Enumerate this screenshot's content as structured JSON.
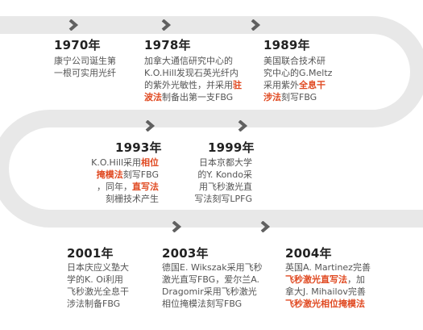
{
  "colors": {
    "track": "#e5e5e5",
    "arrow": "#606060",
    "year_text": "#222222",
    "body_text": "#555555",
    "highlight": "#e04a22"
  },
  "icons": [
    "chevron-right-icon"
  ],
  "events": [
    {
      "year": "1970年",
      "lines": [
        [
          {
            "t": "康宁公司诞生第"
          }
        ],
        [
          {
            "t": "一根可实用光纤"
          }
        ]
      ]
    },
    {
      "year": "1978年",
      "lines": [
        [
          {
            "t": "加拿大通信研究中心的"
          }
        ],
        [
          {
            "t": "K.O.Hill发现石英光纤内"
          }
        ],
        [
          {
            "t": "的紫外光敏性，并采用"
          },
          {
            "t": "驻",
            "hl": true
          }
        ],
        [
          {
            "t": "波法",
            "hl": true
          },
          {
            "t": "制备出第一支FBG"
          }
        ]
      ]
    },
    {
      "year": "1989年",
      "lines": [
        [
          {
            "t": "美国联合技术研"
          }
        ],
        [
          {
            "t": "究中心的G.Meltz"
          }
        ],
        [
          {
            "t": "采用紫外"
          },
          {
            "t": "全息干",
            "hl": true
          }
        ],
        [
          {
            "t": "涉法",
            "hl": true
          },
          {
            "t": "刻写FBG"
          }
        ]
      ]
    },
    {
      "year": "1993年",
      "lines": [
        [
          {
            "t": "K.O.Hill采用"
          },
          {
            "t": "相位",
            "hl": true
          }
        ],
        [
          {
            "t": "掩模法",
            "hl": true
          },
          {
            "t": "刻写FBG"
          }
        ],
        [
          {
            "t": "，同年，"
          },
          {
            "t": "直写法",
            "hl": true
          }
        ],
        [
          {
            "t": "刻栅技术产生"
          }
        ]
      ]
    },
    {
      "year": "1999年",
      "lines": [
        [
          {
            "t": "日本京都大学"
          }
        ],
        [
          {
            "t": "的Y. Kondo采"
          }
        ],
        [
          {
            "t": "用飞秒激光直"
          }
        ],
        [
          {
            "t": "写法刻写LPFG"
          }
        ]
      ]
    },
    {
      "year": "2001年",
      "lines": [
        [
          {
            "t": "日本庆应义塾大"
          }
        ],
        [
          {
            "t": "学的K. Oi利用"
          }
        ],
        [
          {
            "t": "飞秒激光全息干"
          }
        ],
        [
          {
            "t": "涉法制备FBG"
          }
        ]
      ]
    },
    {
      "year": "2003年",
      "lines": [
        [
          {
            "t": "德国E. Wikszak采用飞秒"
          }
        ],
        [
          {
            "t": "激光直写FBG，爱尔兰A."
          }
        ],
        [
          {
            "t": "Dragomir采用飞秒激光"
          }
        ],
        [
          {
            "t": "相位掩模法刻写FBG"
          }
        ]
      ]
    },
    {
      "year": "2004年",
      "lines": [
        [
          {
            "t": "英国A. Martinez完善"
          }
        ],
        [
          {
            "t": "飞秒激光直写法",
            "hl": true
          },
          {
            "t": "，加"
          }
        ],
        [
          {
            "t": "拿大J. Mihailov完善"
          }
        ],
        [
          {
            "t": "飞秒激光相位掩模法",
            "hl": true
          }
        ]
      ]
    }
  ]
}
